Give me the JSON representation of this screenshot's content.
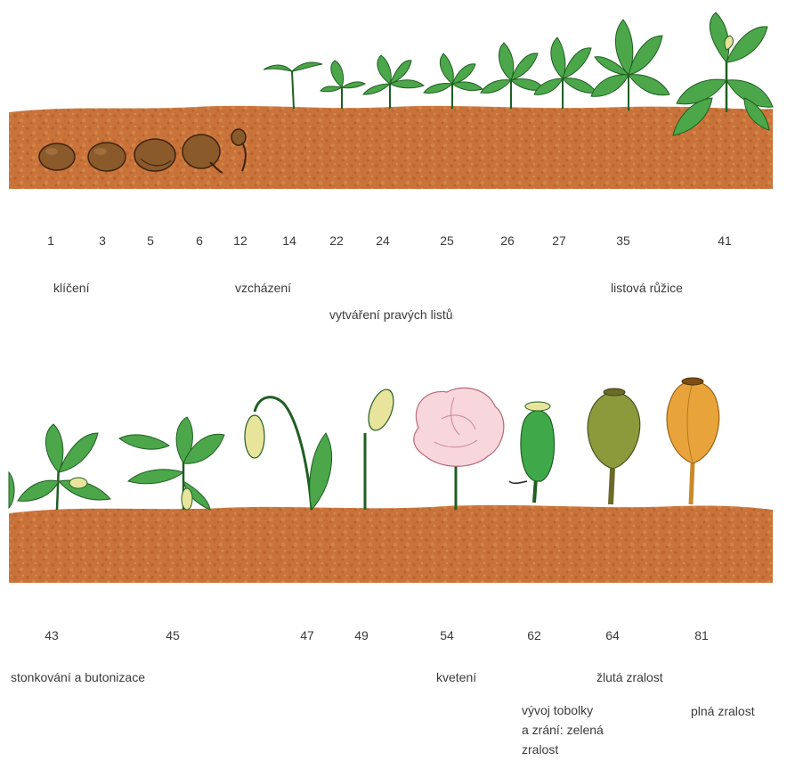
{
  "row1": {
    "stages": [
      "1",
      "3",
      "5",
      "6",
      "12",
      "14",
      "22",
      "24",
      "25",
      "26",
      "27",
      "35",
      "41"
    ],
    "phases": {
      "germination": "klíčení",
      "emergence": "vzcházení",
      "true_leaves": "vytváření pravých listů",
      "rosette": "listová růžice"
    }
  },
  "row2": {
    "stages": [
      "43",
      "45",
      "47",
      "49",
      "54",
      "62",
      "64",
      "81"
    ],
    "phases": {
      "stem_bud": "stonkování a butonizace",
      "flowering": "kvetení",
      "yellow_maturity": "žlutá zralost",
      "capsule_line1": "vývoj tobolky",
      "capsule_line2": "a zrání: zelená",
      "capsule_line3": "zralost",
      "full_maturity": "plná zralost"
    }
  },
  "colors": {
    "soil": "#c9733a",
    "soil_dark": "#a95a28",
    "leaf": "#4ca64a",
    "leaf_dark": "#1f5f22",
    "seed": "#8a5a2b",
    "flower": "#f7d6dc",
    "capsule_green": "#3fa94a",
    "capsule_olive": "#8c9a3c",
    "capsule_orange": "#e8a43a"
  }
}
